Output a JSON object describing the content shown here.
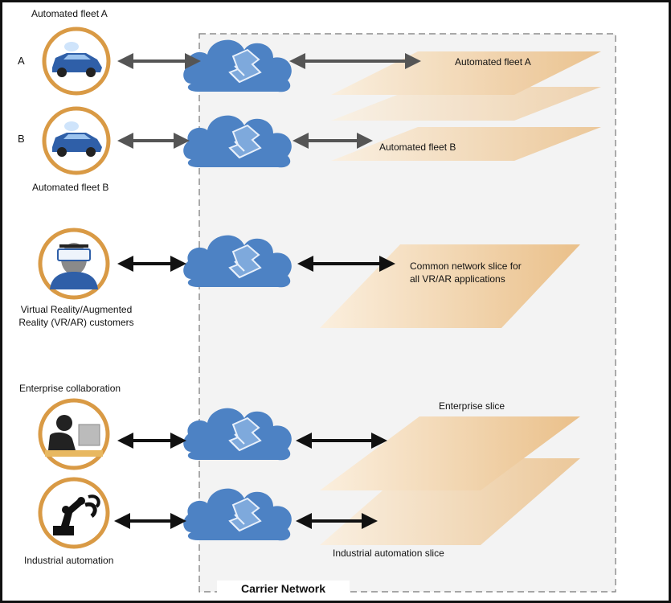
{
  "rows": [
    {
      "id": "fleet-a",
      "letter": "A",
      "top_label": "Automated fleet A",
      "slice_label": "Automated fleet A"
    },
    {
      "id": "fleet-b",
      "letter": "B",
      "bottom_label": "Automated fleet B",
      "slice_label": "Automated fleet B"
    },
    {
      "id": "vrar",
      "bottom_label_line1": "Virtual Reality/Augmented",
      "bottom_label_line2": "Reality (VR/AR) customers",
      "slice_label_line1": "Common network slice for",
      "slice_label_line2": "all VR/AR applications"
    },
    {
      "id": "enterprise",
      "top_label": "Enterprise collaboration",
      "slice_label": "Enterprise slice"
    },
    {
      "id": "industrial",
      "bottom_label": "Industrial automation",
      "slice_label": "Industrial automation slice"
    }
  ],
  "network": {
    "title": "Carrier Network"
  },
  "colors": {
    "circle_ring": "#d99a45",
    "cloud": "#4d82c4",
    "cloud_light": "#7ea9dc",
    "slice": "#f3d3a6",
    "arrow_gray": "#555555",
    "arrow_black": "#111111",
    "network_bg": "#f3f3f3"
  },
  "icons": [
    "car-icon",
    "car-icon",
    "vr-user-icon",
    "laptop-user-icon",
    "robot-arm-icon",
    "cloud-icon"
  ]
}
